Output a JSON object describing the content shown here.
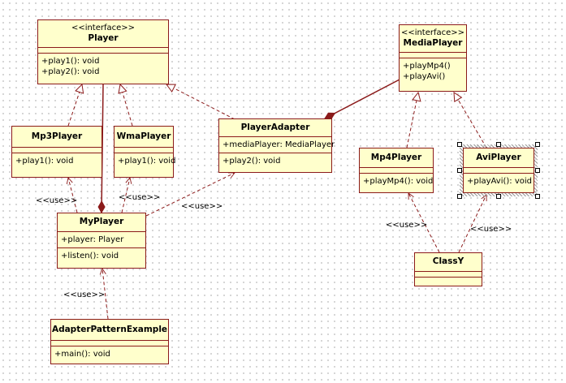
{
  "classes": {
    "player": {
      "stereotype": "<<interface>>",
      "name": "Player",
      "methods": [
        "+play1(): void",
        "+play2(): void"
      ]
    },
    "mediaplayer": {
      "stereotype": "<<interface>>",
      "name": "MediaPlayer",
      "methods": [
        "+playMp4()",
        "+playAvi()"
      ]
    },
    "mp3player": {
      "name": "Mp3Player",
      "methods": [
        "+play1(): void"
      ]
    },
    "wmaplayer": {
      "name": "WmaPlayer",
      "methods": [
        "+play1(): void"
      ]
    },
    "playeradapter": {
      "name": "PlayerAdapter",
      "attributes": [
        "+mediaPlayer: MediaPlayer"
      ],
      "methods": [
        "+play2(): void"
      ]
    },
    "mp4player": {
      "name": "Mp4Player",
      "methods": [
        "+playMp4(): void"
      ]
    },
    "aviplayer": {
      "name": "AviPlayer",
      "methods": [
        "+playAvi(): void"
      ]
    },
    "myplayer": {
      "name": "MyPlayer",
      "attributes": [
        "+player: Player"
      ],
      "methods": [
        "+listen(): void"
      ]
    },
    "classy": {
      "name": "ClassY"
    },
    "adapterpatternexample": {
      "name": "AdapterPatternExample",
      "methods": [
        "+main(): void"
      ]
    }
  },
  "labels": {
    "use": "<<use>>"
  },
  "colors": {
    "line": "#8b1a1a",
    "fill": "#ffffcc"
  }
}
